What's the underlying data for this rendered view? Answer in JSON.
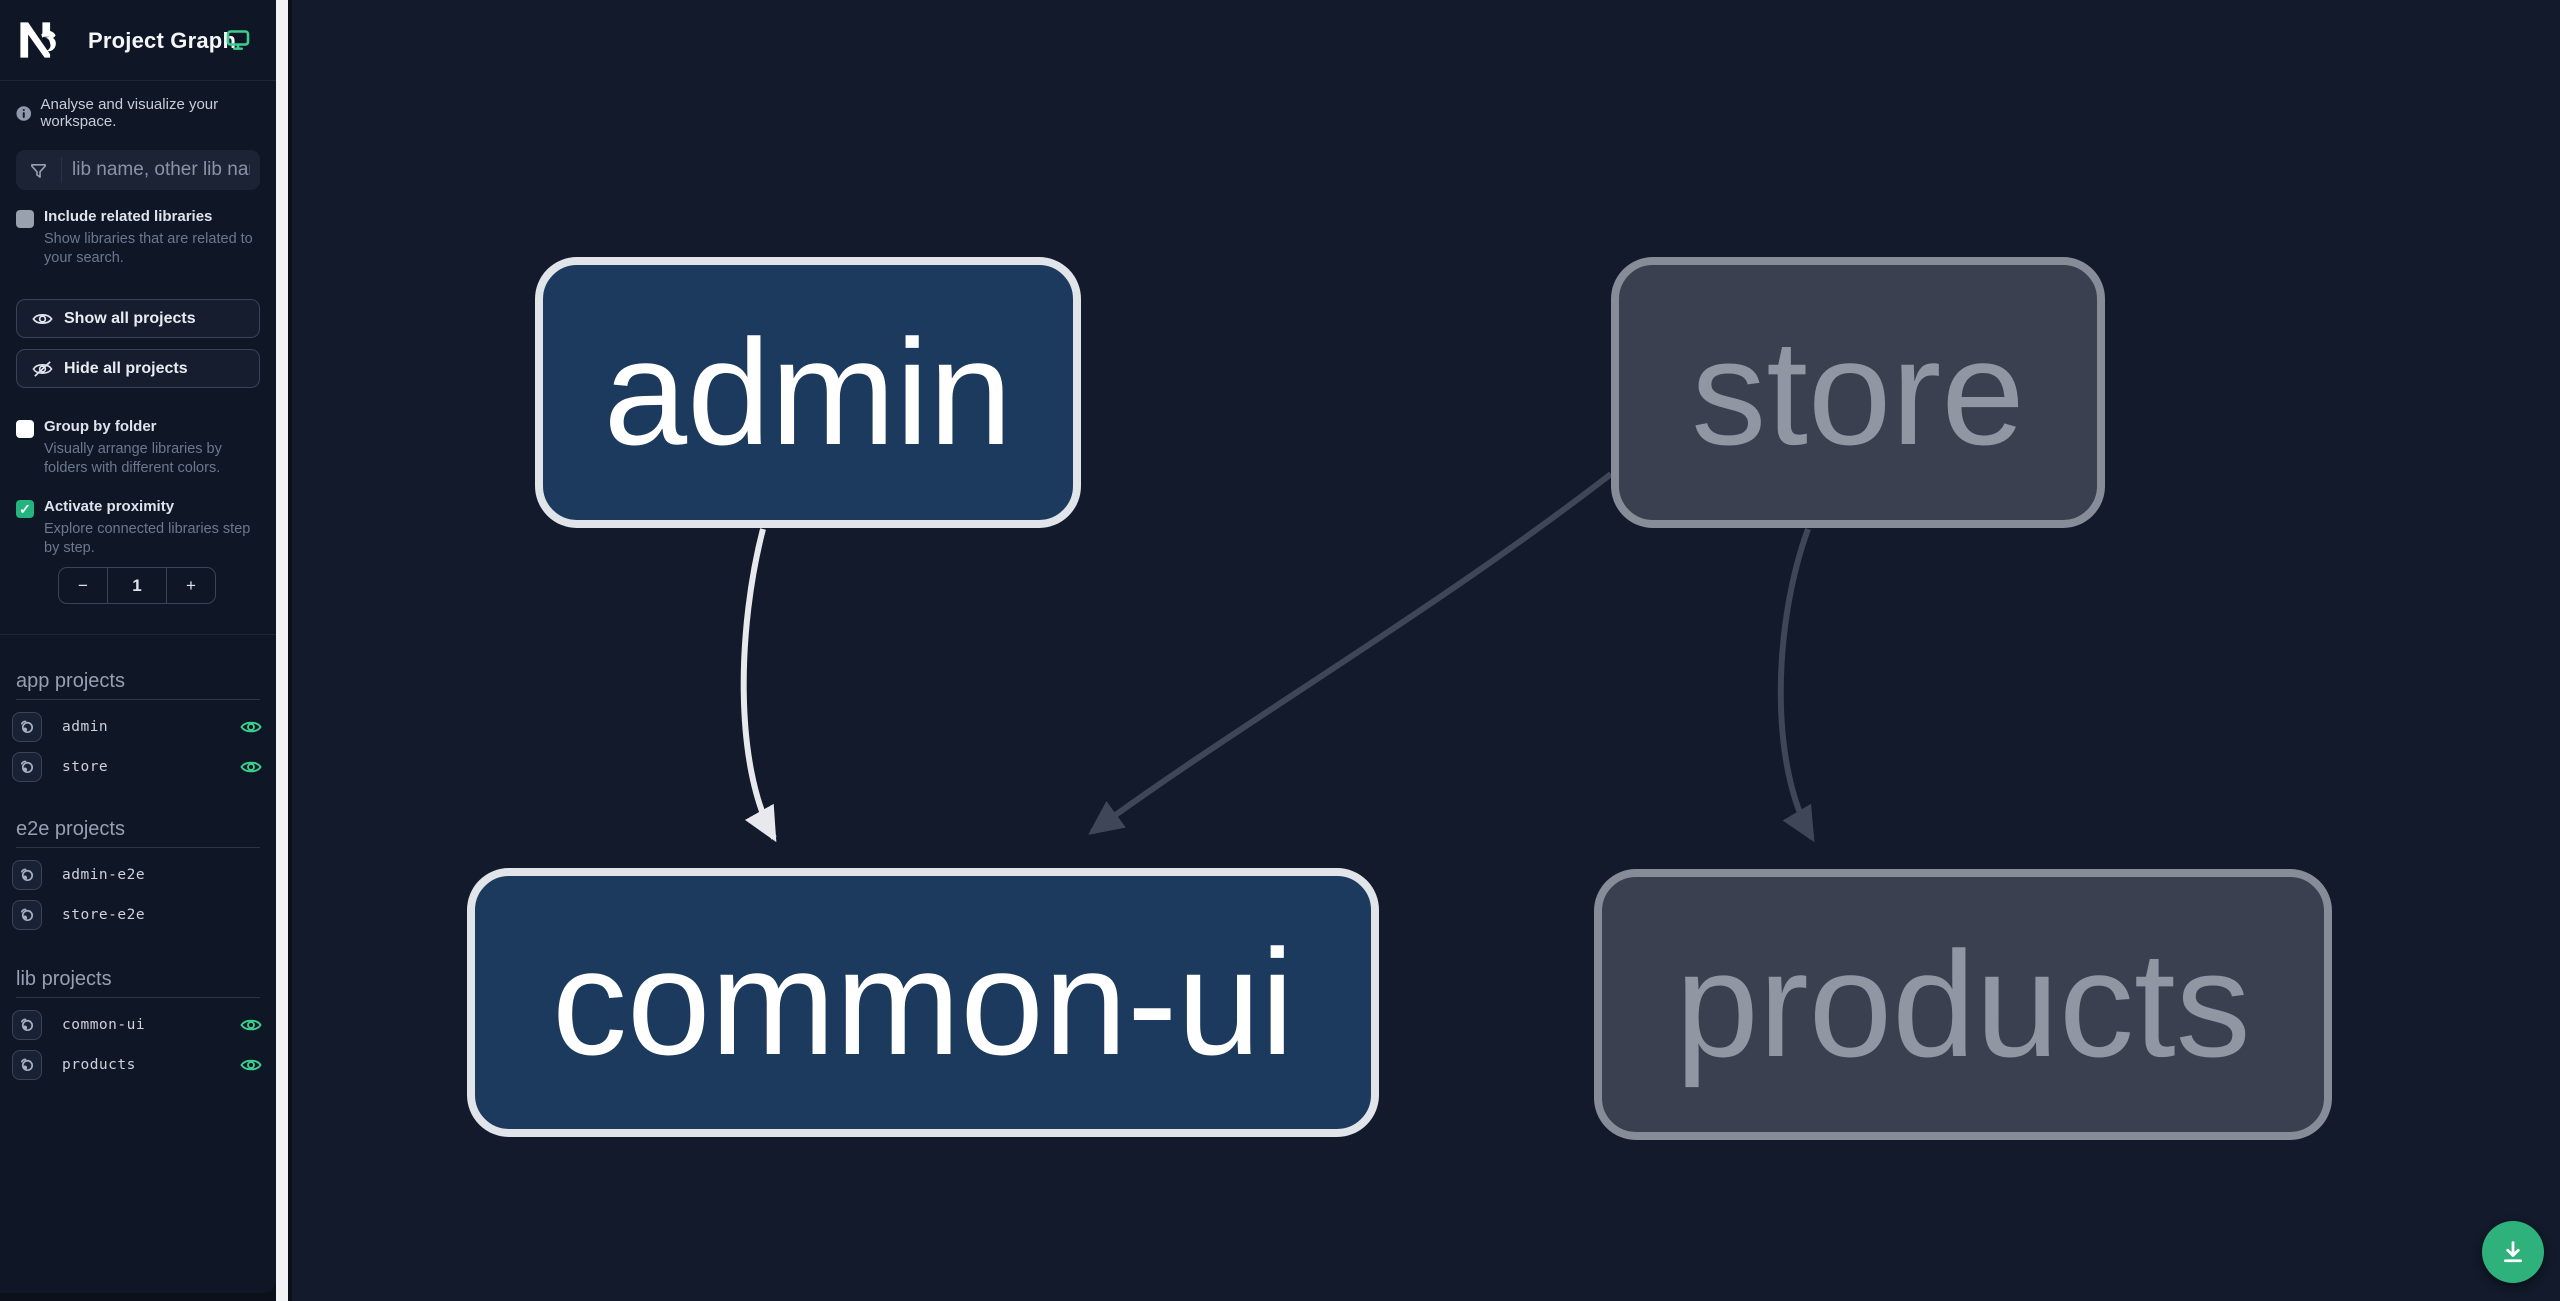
{
  "header": {
    "title": "Project Graph"
  },
  "sidebar": {
    "tagline": "Analyse and visualize your workspace.",
    "search": {
      "placeholder": "lib name, other lib name",
      "value": ""
    },
    "checkboxes": [
      {
        "label": "Include related libraries",
        "description": "Show libraries that are related to your search.",
        "checked": false,
        "style": "gray"
      },
      {
        "label": "Group by folder",
        "description": "Visually arrange libraries by folders with different colors.",
        "checked": false,
        "style": "white"
      },
      {
        "label": "Activate proximity",
        "description": "Explore connected libraries step by step.",
        "checked": true,
        "style": "green",
        "checkmark": "✓"
      }
    ],
    "buttons": [
      {
        "label": "Show all projects",
        "icon": "eye-icon"
      },
      {
        "label": "Hide all projects",
        "icon": "eye-off-icon"
      }
    ],
    "stepper": {
      "decrement": "−",
      "value": "1",
      "increment": "+"
    },
    "sections": [
      {
        "title": "app projects",
        "items": [
          {
            "name": "admin",
            "visible_eye": true
          },
          {
            "name": "store",
            "visible_eye": true
          }
        ]
      },
      {
        "title": "e2e projects",
        "items": [
          {
            "name": "admin-e2e",
            "visible_eye": false
          },
          {
            "name": "store-e2e",
            "visible_eye": false
          }
        ]
      },
      {
        "title": "lib projects",
        "items": [
          {
            "name": "common-ui",
            "visible_eye": true
          },
          {
            "name": "products",
            "visible_eye": true
          }
        ]
      }
    ]
  },
  "graph": {
    "nodes": [
      {
        "id": "admin",
        "label": "admin",
        "state": "focused"
      },
      {
        "id": "store",
        "label": "store",
        "state": "dimmed"
      },
      {
        "id": "common-ui",
        "label": "common-ui",
        "state": "focused"
      },
      {
        "id": "products",
        "label": "products",
        "state": "dimmed"
      }
    ],
    "edges": [
      {
        "from": "admin",
        "to": "common-ui",
        "state": "highlighted"
      },
      {
        "from": "store",
        "to": "common-ui",
        "state": "dimmed"
      },
      {
        "from": "store",
        "to": "products",
        "state": "dimmed"
      }
    ]
  },
  "fab": {
    "icon": "download-icon"
  },
  "icons": {
    "logo": "nx-logo",
    "header_status": "monitor-icon",
    "tagline": "info-icon",
    "search": "filter-funnel-icon",
    "project_row": "focus-icon",
    "visibility": "eye-icon",
    "fab": "download-icon"
  },
  "colors": {
    "accent_green": "#3bcf8e",
    "fab_green": "#2fb17c",
    "focused_node_fill": "#1c3a5e",
    "focused_node_border": "#e1e4e8",
    "dimmed_node_fill": "#3a404f",
    "dimmed_node_border": "#868d99",
    "edge_light": "#e7e9ed",
    "edge_dim": "#3e4657",
    "sidebar_bg": "#0f1626",
    "canvas_bg": "#121a2b"
  }
}
